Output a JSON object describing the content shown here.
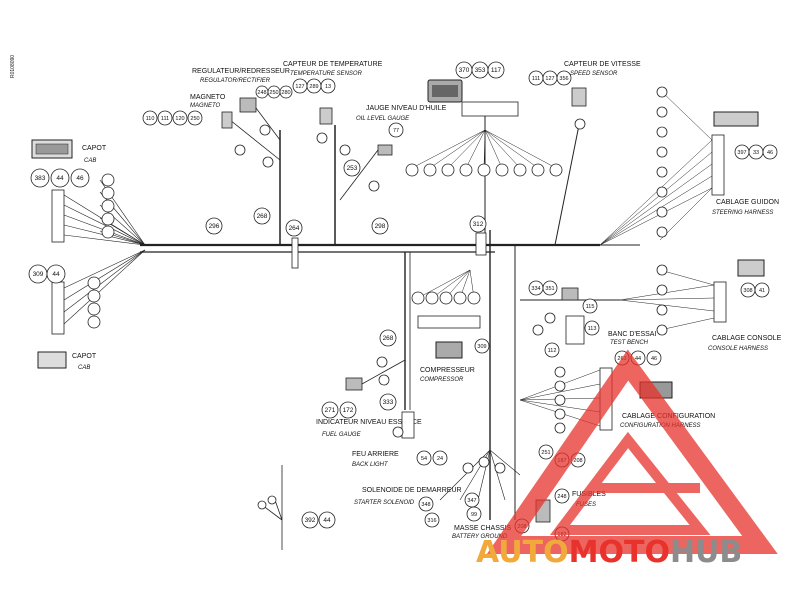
{
  "side_code": "R0108090",
  "labels": {
    "capot_top_fr": "CAPOT",
    "capot_top_en": "CAB",
    "capot_bot_fr": "CAPOT",
    "capot_bot_en": "CAB",
    "regulator_fr": "REGULATEUR/REDRESSEUR",
    "regulator_en": "REGULATOR/RECTIFIER",
    "magneto_fr": "MAGNETO",
    "magneto_en": "MAGNETO",
    "temp_fr": "CAPTEUR DE TEMPERATURE",
    "temp_en": "TEMPERATURE SENSOR",
    "oil_fr": "JAUGE NIVEAU D'HUILE",
    "oil_en": "OIL LEVEL GAUGE",
    "speed_fr": "CAPTEUR DE VITESSE",
    "speed_en": "SPEED SENSOR",
    "steering_fr": "CABLAGE GUIDON",
    "steering_en": "STEERING HARNESS",
    "console_fr": "CABLAGE CONSOLE",
    "console_en": "CONSOLE HARNESS",
    "testbench_fr": "BANC D'ESSAI",
    "testbench_en": "TEST BENCH",
    "compressor_fr": "COMPRESSEUR",
    "compressor_en": "COMPRESSOR",
    "fuel_fr": "INDICATEUR NIVEAU ESSENCE",
    "fuel_en": "FUEL GAUGE",
    "backlight_fr": "FEU ARRIERE",
    "backlight_en": "BACK LIGHT",
    "config_fr": "CABLAGE CONFIGURATION",
    "config_en": "CONFIGURATION HARNESS",
    "solenoid_fr": "SOLENOIDE DE DEMARREUR",
    "solenoid_en": "STARTER SOLENOID",
    "ground_fr": "MASSE CHASSIS",
    "ground_en": "BATTERY GROUND",
    "fuses_fr": "FUSIBLES",
    "fuses_en": "FUSES"
  },
  "bubbles": {
    "cab_top": [
      "383",
      "44",
      "46"
    ],
    "cab_bot": [
      "309",
      "44"
    ],
    "magneto": [
      "110",
      "111",
      "120",
      "250"
    ],
    "regulator": [
      "248",
      "250",
      "280"
    ],
    "temp": [
      "127",
      "289",
      "13"
    ],
    "oil": [
      "77"
    ],
    "oil_b": [
      "253"
    ],
    "main_a": [
      "296"
    ],
    "main_b": [
      "268"
    ],
    "main_c": [
      "264"
    ],
    "main_d": [
      "298"
    ],
    "main_e": [
      "312"
    ],
    "top_connector": [
      "370",
      "353",
      "117"
    ],
    "speed": [
      "111",
      "127",
      "356"
    ],
    "steering": [
      "397",
      "33",
      "46"
    ],
    "console": [
      "308",
      "41"
    ],
    "testbench_a": [
      "334",
      "351"
    ],
    "testbench_b": [
      "115"
    ],
    "testbench_c": [
      "113"
    ],
    "testbench_d": [
      "112"
    ],
    "compressor": [
      "309"
    ],
    "fuel": [
      "271",
      "172"
    ],
    "fuel_b": [
      "268"
    ],
    "fuel_c": [
      "333"
    ],
    "backlight": [
      "54",
      "24"
    ],
    "config_top": [
      "263",
      "44",
      "46"
    ],
    "mid_a": [
      "251"
    ],
    "mid_b": [
      "187"
    ],
    "mid_c": [
      "208"
    ],
    "fuses_a": [
      "248"
    ],
    "fuses_b": [
      "208"
    ],
    "fuses_c": [
      "182"
    ],
    "solenoid": [
      "348",
      "316"
    ],
    "ground": [
      "347",
      "99"
    ],
    "bottom_left": [
      "392",
      "44"
    ]
  },
  "watermark": {
    "part1": "AUTO",
    "part2": "MOTO",
    "part3": "HUB",
    "color_red": "#e8322b",
    "color_orange": "#f2a93b",
    "color_gray": "#8c8c8c"
  }
}
